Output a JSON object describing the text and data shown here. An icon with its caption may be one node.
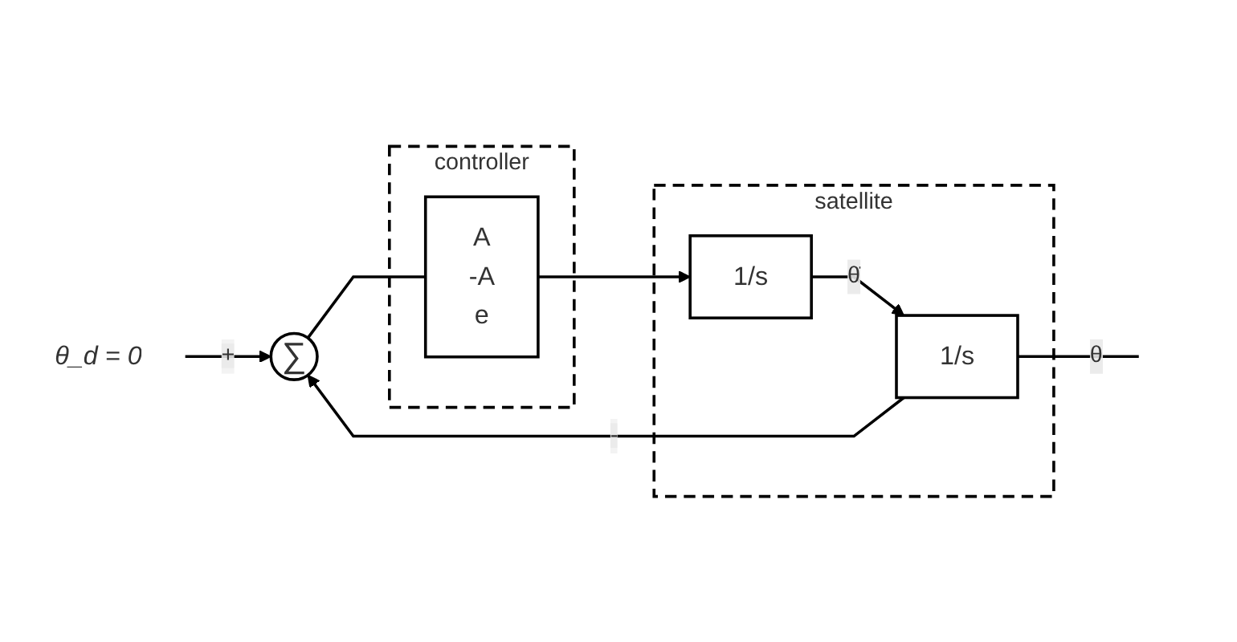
{
  "diagram": {
    "nodes": [
      {
        "text": [
          "θ_d = 0"
        ]
      },
      {
        "text": [
          "∑"
        ]
      },
      {
        "text": [
          "controller"
        ]
      },
      {
        "text": [
          "A",
          "-A",
          "e"
        ],
        "in": 2
      },
      {
        "text": [
          "satellite"
        ]
      },
      {
        "text": [
          "1/s"
        ],
        "in": 4
      },
      {
        "text": [
          "1/s"
        ],
        "in": 4
      }
    ],
    "edges": [
      {
        "from": 0,
        "to": 1,
        "arrow": "to",
        "label": "+"
      },
      {
        "from": 1,
        "to": 3,
        "arrow": "none"
      },
      {
        "from": 3,
        "to": 5,
        "arrow": "to"
      },
      {
        "from": 5,
        "to": 6,
        "arrow": "to",
        "label": "θ̇"
      },
      {
        "from": 6,
        "to": null,
        "arrow": "none",
        "label": "θ"
      },
      {
        "from": 6,
        "to": 1,
        "arrow": "to",
        "label": "-"
      }
    ]
  }
}
